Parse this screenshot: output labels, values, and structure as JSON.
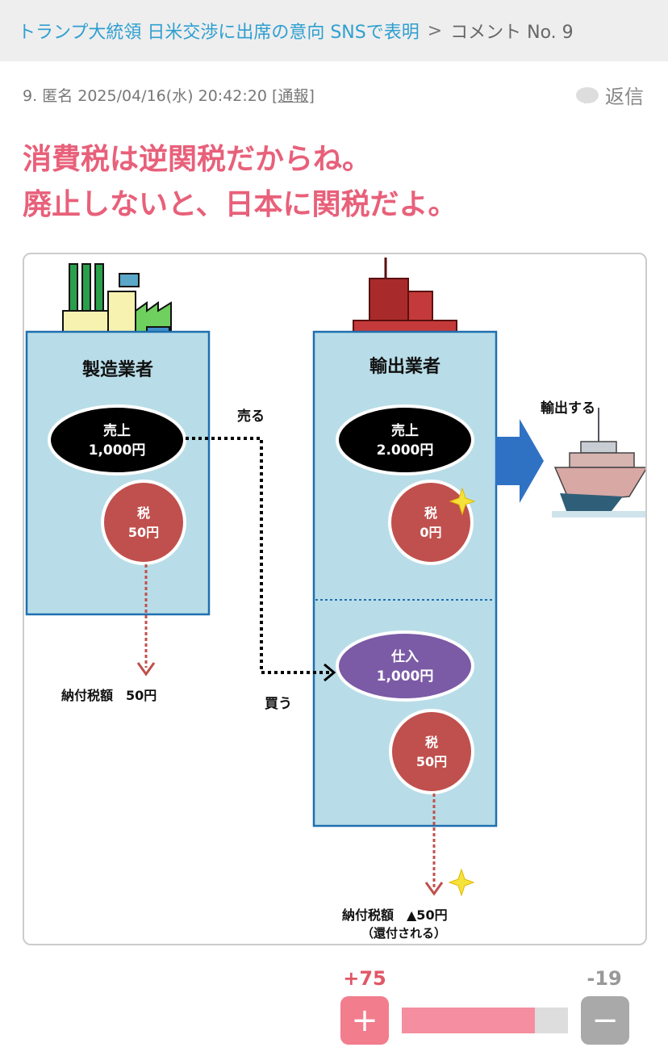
{
  "breadcrumb": {
    "article": "トランプ大統領 日米交渉に出席の意向 SNSで表明",
    "separator": ">",
    "current": "コメント No. 9"
  },
  "comment": {
    "number": "9.",
    "author": "匿名",
    "datetime": "2025/04/16(水) 20:42:20",
    "report_label": "通報",
    "reply_label": "返信",
    "lines": [
      "消費税は逆関税だからね。",
      "廃止しないと、日本に関税だよ。"
    ]
  },
  "diagram": {
    "manufacturer": {
      "title": "製造業者",
      "sales_label": "売上",
      "sales_value": "1,000円",
      "tax_label": "税",
      "tax_value": "50円",
      "payment": "納付税額　50円"
    },
    "exporter": {
      "title": "輸出業者",
      "sales_label": "売上",
      "sales_value": "2.000円",
      "tax_label": "税",
      "tax_value": "0円",
      "purchase_label": "仕入",
      "purchase_value": "1,000円",
      "purchase_tax_label": "税",
      "purchase_tax_value": "50円",
      "payment": "納付税額　▲50円",
      "refund_note": "（還付される）"
    },
    "sell_label": "売る",
    "buy_label": "買う",
    "export_label": "輸出する"
  },
  "votes": {
    "plus": "+75",
    "minus": "-19",
    "plus_symbol": "+",
    "minus_symbol": "−",
    "ratio": 0.8
  },
  "colors": {
    "accent": "#e8607a",
    "link": "#2f9fd0",
    "box": "#b8dde8",
    "box_border": "#1f6fb0",
    "tax": "#c0504d",
    "purchase": "#7b5aa6"
  }
}
